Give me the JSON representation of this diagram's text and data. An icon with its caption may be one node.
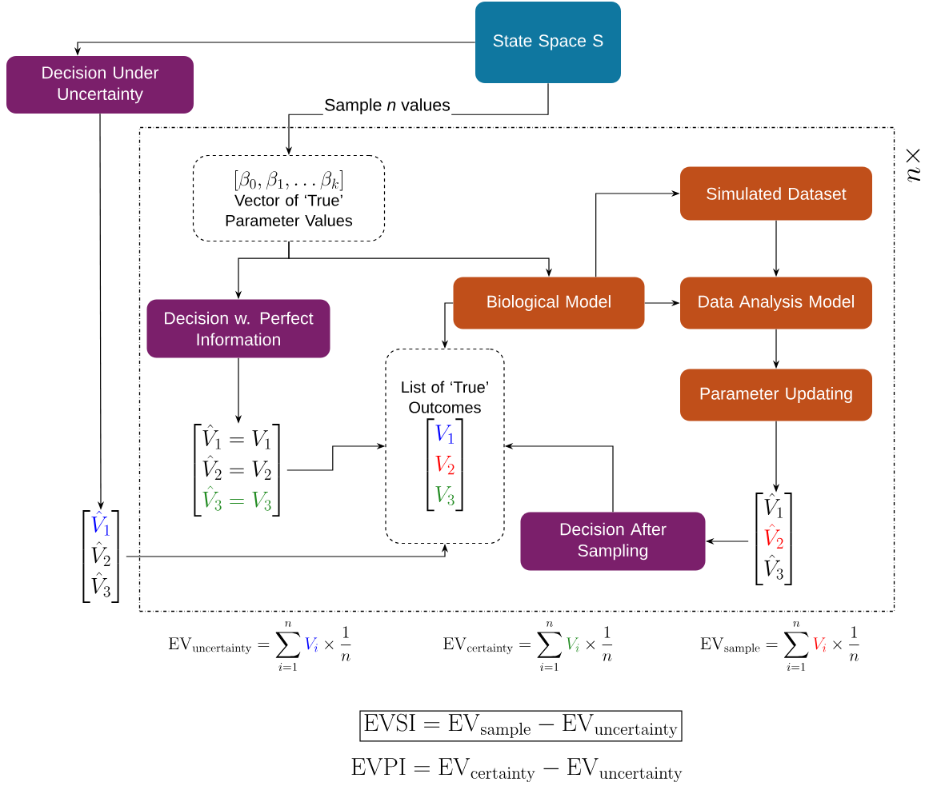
{
  "diagram": {
    "nodes": [
      {
        "text": [
          "State Space S"
        ]
      },
      {
        "text": [
          "Decision Under Uncertainty"
        ]
      },
      {
        "text": [
          "n \\times"
        ]
      },
      {
        "text": [
          "[\\beta_0, \\beta_1, \\ldots \\beta_k]",
          "Vector of ‘True’ Parameter Values"
        ],
        "in": 2
      },
      {
        "text": [
          "Simulated Dataset"
        ],
        "in": 2
      },
      {
        "text": [
          "Biological Model"
        ],
        "in": 2
      },
      {
        "text": [
          "Data Analysis Model"
        ],
        "in": 2
      },
      {
        "text": [
          "Decision w. Perfect Information"
        ],
        "in": 2
      },
      {
        "text": [
          "List of ‘True’ Outcomes",
          "\\begin{bmatrix}{\\color[HTML]{0000FF}V_1}\\\\ {\\color[HTML]{FF0000}V_2}\\\\ {\\color[HTML]{228B22}V_3}\\end{bmatrix}"
        ],
        "in": 2
      },
      {
        "text": [
          "Parameter Updating"
        ],
        "in": 2
      },
      {
        "text": [
          "\\begin{bmatrix}\\hat{V}_1 = V_1\\\\ \\hat{V}_2 = V_2\\\\ {\\color[HTML]{228B22}\\hat{V}_3 = V_3}\\end{bmatrix}"
        ],
        "in": 2
      },
      {
        "text": [
          "Decision After Sampling"
        ],
        "in": 2
      },
      {
        "text": [
          "\\begin{bmatrix}\\hat{V}_1\\\\ {\\color[HTML]{FF0000}\\hat{V}_2}\\\\ \\hat{V}_3\\end{bmatrix}"
        ],
        "in": 2
      },
      {
        "text": [
          "\\begin{bmatrix}{\\color[HTML]{0000FF}\\hat{V}_1}\\\\ \\hat{V}_2\\\\ \\hat{V}_3\\end{bmatrix}"
        ]
      }
    ],
    "edges": [
      {
        "from": 0,
        "to": 1,
        "arrow": "to"
      },
      {
        "from": 0,
        "to": 3,
        "arrow": "to",
        "label": "Sample *n* values"
      },
      {
        "from": 1,
        "to": 13,
        "arrow": "to"
      },
      {
        "from": 3,
        "to": 7,
        "arrow": "to"
      },
      {
        "from": 3,
        "to": 5,
        "arrow": "to"
      },
      {
        "from": 5,
        "to": 4,
        "arrow": "to"
      },
      {
        "from": 5,
        "to": 6,
        "arrow": "to"
      },
      {
        "from": 4,
        "to": 6,
        "arrow": "to"
      },
      {
        "from": 5,
        "to": 8,
        "arrow": "to"
      },
      {
        "from": 6,
        "to": 9,
        "arrow": "to"
      },
      {
        "from": 9,
        "to": 12,
        "arrow": "to"
      },
      {
        "from": 12,
        "to": 11,
        "arrow": "to"
      },
      {
        "from": 11,
        "to": 8,
        "arrow": "to"
      },
      {
        "from": 7,
        "to": 10,
        "arrow": "to"
      },
      {
        "from": 10,
        "to": 8,
        "arrow": "to"
      },
      {
        "from": 13,
        "to": 8,
        "arrow": "to"
      }
    ],
    "labels": [
      "\\mathrm{EV}_{\\mathrm{uncertainty}} = \\sum_{i=1}^{n} {\\color[HTML]{0000FF}V_i} \\times \\frac{1}{n}",
      "\\mathrm{EV}_{\\mathrm{certainty}} = \\sum_{i=1}^{n} {\\color[HTML]{228B22}V_i} \\times \\frac{1}{n}",
      "\\mathrm{EV}_{\\mathrm{sample}} = \\sum_{i=1}^{n} {\\color[HTML]{FF0000}V_i} \\times \\frac{1}{n}",
      "\\mathrm{EVSI} = \\mathrm{EV}_{\\mathrm{sample}} - \\mathrm{EV}_{\\mathrm{uncertainty}}",
      "\\mathrm{EVPI} = \\mathrm{EV}_{\\mathrm{certainty}} - \\mathrm{EV}_{\\mathrm{uncertainty}}"
    ]
  }
}
